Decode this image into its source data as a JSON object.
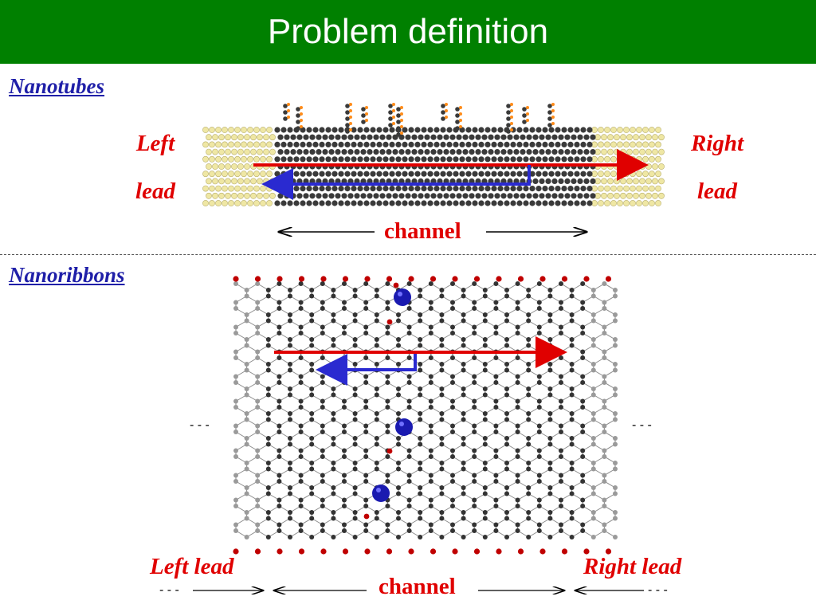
{
  "slide": {
    "title": "Problem definition"
  },
  "nanotubes": {
    "section_label": "Nanotubes",
    "left_lead": [
      "Left",
      "lead"
    ],
    "right_lead": [
      "Right",
      "lead"
    ],
    "channel_label": "channel"
  },
  "nanoribbons": {
    "section_label": "Nanoribbons",
    "left_lead": "Left lead",
    "right_lead": "Right lead",
    "channel_label": "channel",
    "edge_dashes": "- - -"
  },
  "colors": {
    "title_bg": "#008000",
    "title_text": "#ffffff",
    "section_label": "#1f1fa8",
    "lead_text": "#e00000",
    "transmitted_arrow": "#e00000",
    "reflected_arrow": "#2a2ad0",
    "carbon_atom": "#3a3a3a",
    "lead_atom": "#efe7a4",
    "hydrogen_atom": "#c00000",
    "adsorbate_atom": "#1a1ab0",
    "adatom": "#ff8c1a"
  },
  "icons": {
    "transmitted": "red-right-arrow",
    "reflected": "blue-reflected-arrow",
    "dimension": "double-headed-arrow"
  }
}
